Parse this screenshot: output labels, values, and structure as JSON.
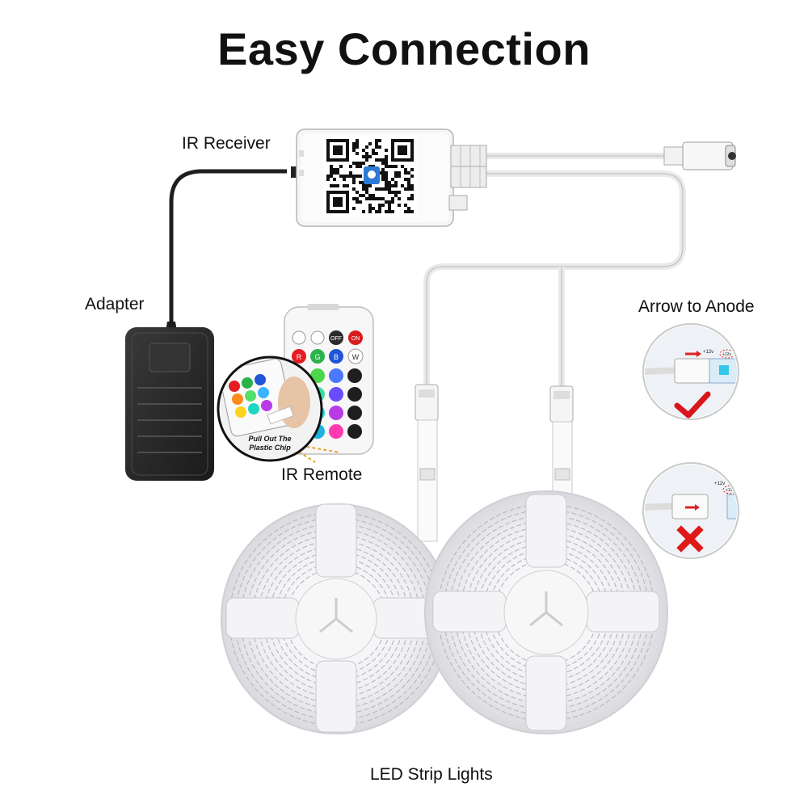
{
  "title": "Easy Connection",
  "labels": {
    "ir_receiver": "IR Receiver",
    "adapter": "Adapter",
    "ir_remote": "IR Remote",
    "arrow_to_anode": "Arrow to Anode",
    "led_strip_lights": "LED Strip Lights"
  },
  "remote": {
    "off_label": "OFF",
    "on_label": "ON",
    "r_label": "R",
    "g_label": "G",
    "b_label": "B",
    "w_label": "W",
    "chip_note_line1": "Pull Out The",
    "chip_note_line2": "Plastic Chip"
  },
  "anode": {
    "voltage_label": "+12v",
    "pad_label": "+12v"
  },
  "colors": {
    "correct_mark": "#d9161c",
    "wrong_mark": "#e01818",
    "arrow_red": "#e02020",
    "adapter_body": "#2a2a2a",
    "strip_reel": "#e9e9ec"
  }
}
